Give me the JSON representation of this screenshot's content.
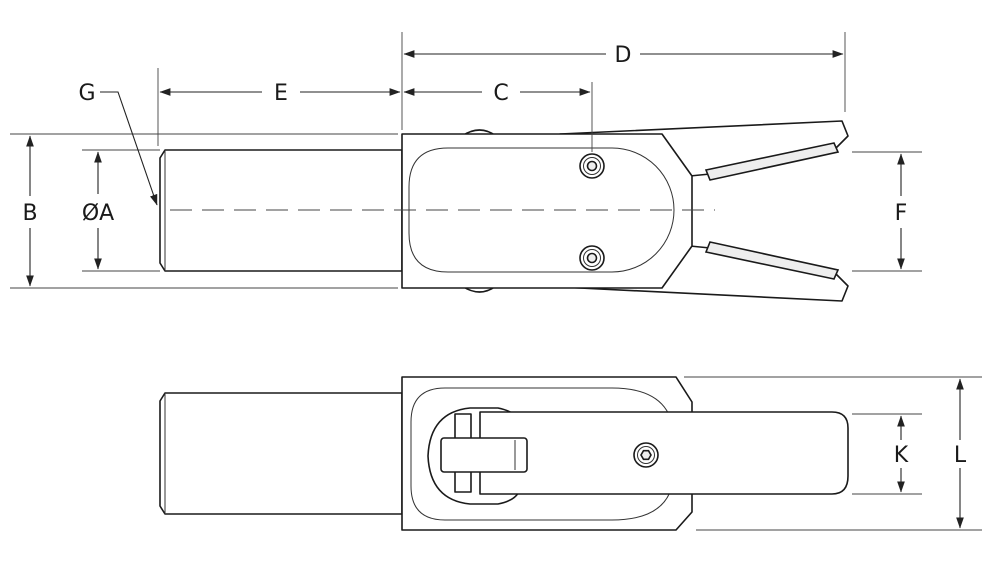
{
  "labels": {
    "a": "ØA",
    "b": "B",
    "c": "C",
    "d": "D",
    "e": "E",
    "f": "F",
    "g": "G",
    "k": "K",
    "l": "L"
  }
}
